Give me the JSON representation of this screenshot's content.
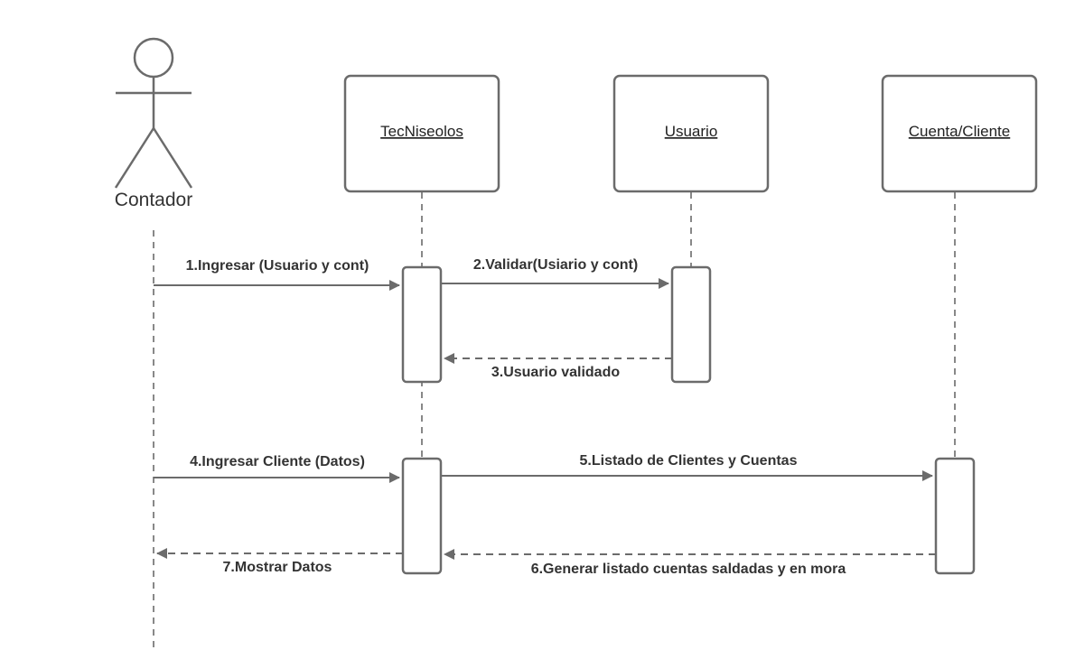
{
  "actor": {
    "name": "Contador"
  },
  "participants": [
    {
      "label": "TecNiseolos"
    },
    {
      "label": "Usuario"
    },
    {
      "label": "Cuenta/Cliente"
    }
  ],
  "messages": [
    {
      "label": "1.Ingresar (Usuario y cont)"
    },
    {
      "label": "2.Validar(Usiario y cont)"
    },
    {
      "label": "3.Usuario validado"
    },
    {
      "label": "4.Ingresar Cliente (Datos)"
    },
    {
      "label": "5.Listado de Clientes y Cuentas"
    },
    {
      "label": "6.Generar listado cuentas saldadas y en mora"
    },
    {
      "label": "7.Mostrar Datos"
    }
  ],
  "colors": {
    "stroke": "#6b6b6b",
    "text": "#333333"
  }
}
